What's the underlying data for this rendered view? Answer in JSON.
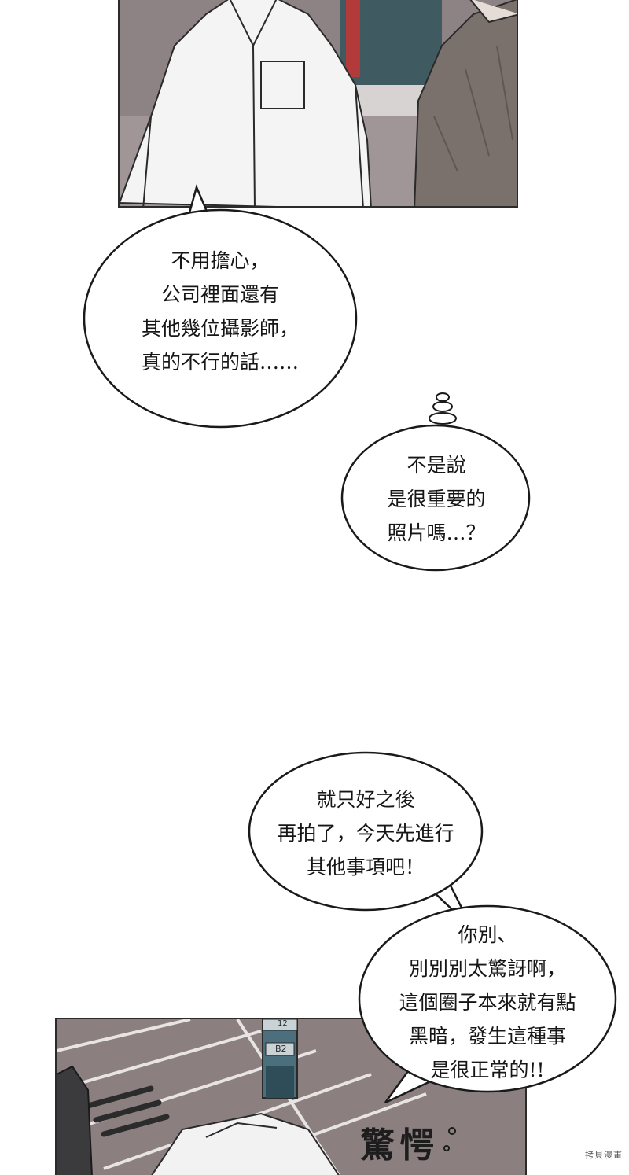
{
  "bubbles": {
    "b1": {
      "lines": [
        "不用擔心，",
        "公司裡面還有",
        "其他幾位攝影師，",
        "真的不行的話……"
      ]
    },
    "b2": {
      "lines": [
        "不是說",
        "是很重要的",
        "照片嗎…？"
      ]
    },
    "b3": {
      "lines": [
        "就只好之後",
        "再拍了，今天先進行",
        "其他事項吧！"
      ]
    },
    "b4": {
      "lines": [
        "你別、",
        "別別別太驚訝啊，",
        "這個圈子本來就有點",
        "黑暗，發生這種事",
        "是很正常的!!"
      ]
    }
  },
  "sfx": {
    "text": "驚愕"
  },
  "signs": {
    "pillar_top": "12",
    "pillar_mid": "B2"
  },
  "watermark": {
    "text": "拷貝漫畫"
  },
  "colors": {
    "ink": "#1a1a1a",
    "panel_border": "#2b2b2b",
    "asphalt": "#8b7f80",
    "shirt": "#f4f4f4",
    "jacket": "#7a716c"
  }
}
